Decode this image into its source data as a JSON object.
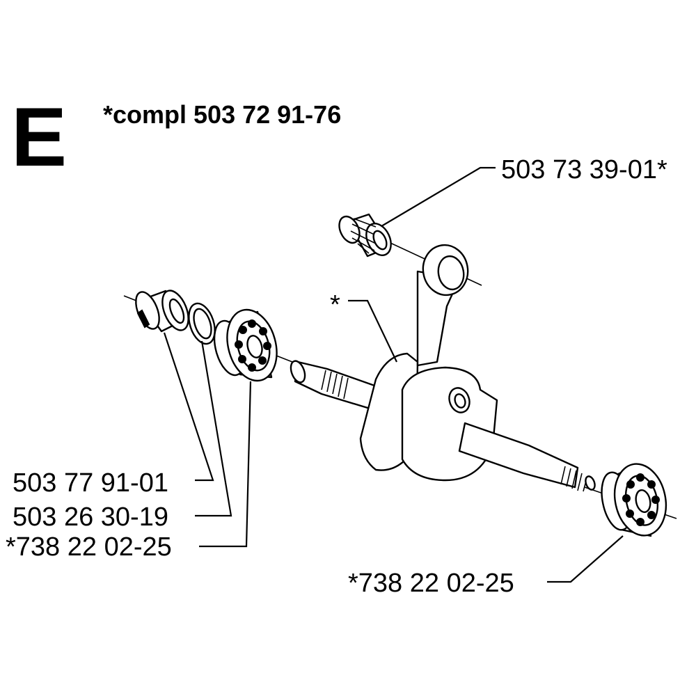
{
  "section": {
    "letter": "E"
  },
  "assembly": {
    "label": "*compl 503 72 91-76"
  },
  "parts": {
    "needle_bearing": {
      "number": "503 73 39-01*"
    },
    "crankshaft": {
      "number": "*"
    },
    "seal": {
      "number": "503 77 91-01"
    },
    "ring": {
      "number": "503 26 30-19"
    },
    "bearing_left": {
      "number": "*738 22 02-25"
    },
    "bearing_right": {
      "number": "*738 22 02-25"
    }
  },
  "colors": {
    "line": "#000000",
    "background": "#ffffff"
  }
}
